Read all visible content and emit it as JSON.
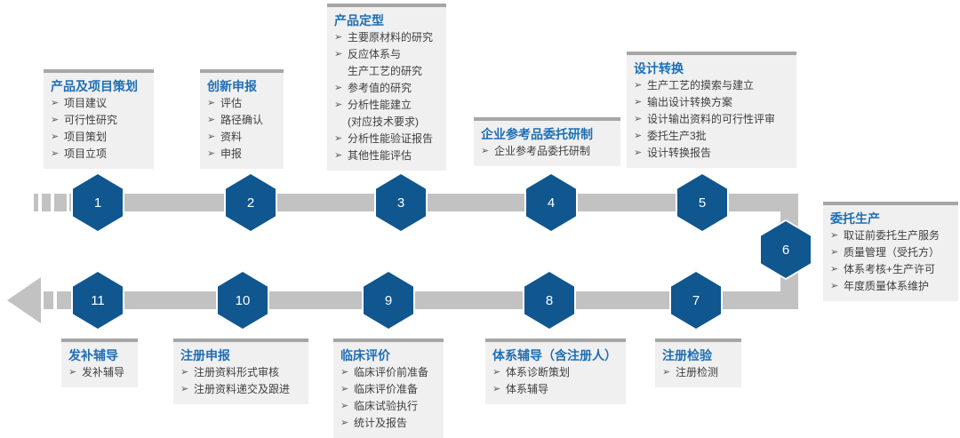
{
  "diagram": {
    "colors": {
      "hexagon_blue": "#10568F",
      "title_blue": "#1E6FB5",
      "bar_gray": "#C2C2C2",
      "box_topbar": "#A6A6A6",
      "box_bg": "#F0F0F0",
      "item_text": "#3F3F3F",
      "bullet_gray": "#5A5A5A"
    },
    "bullet_glyph": "➢",
    "stages": [
      {
        "number": "1",
        "title": "产品及项目策划",
        "items": [
          {
            "text": "项目建议",
            "bullet": true
          },
          {
            "text": "可行性研究",
            "bullet": true
          },
          {
            "text": "项目策划",
            "bullet": true
          },
          {
            "text": "项目立项",
            "bullet": true
          }
        ]
      },
      {
        "number": "2",
        "title": "创新申报",
        "items": [
          {
            "text": "评估",
            "bullet": true
          },
          {
            "text": "路径确认",
            "bullet": true
          },
          {
            "text": "资料",
            "bullet": true
          },
          {
            "text": "申报",
            "bullet": true
          }
        ]
      },
      {
        "number": "3",
        "title": "产品定型",
        "items": [
          {
            "text": "主要原材料的研究",
            "bullet": true
          },
          {
            "text": "反应体系与",
            "bullet": true
          },
          {
            "text": "生产工艺的研究",
            "bullet": false
          },
          {
            "text": "参考值的研究",
            "bullet": true
          },
          {
            "text": "分析性能建立",
            "bullet": true
          },
          {
            "text": "(对应技术要求)",
            "bullet": false
          },
          {
            "text": "分析性能验证报告",
            "bullet": true
          },
          {
            "text": "其他性能评估",
            "bullet": true
          }
        ]
      },
      {
        "number": "4",
        "title": "企业参考品委托研制",
        "items": [
          {
            "text": "企业参考品委托研制",
            "bullet": true
          }
        ]
      },
      {
        "number": "5",
        "title": "设计转换",
        "items": [
          {
            "text": "生产工艺的摸索与建立",
            "bullet": true
          },
          {
            "text": "输出设计转换方案",
            "bullet": true
          },
          {
            "text": "设计输出资料的可行性评审",
            "bullet": true
          },
          {
            "text": "委托生产3批",
            "bullet": true
          },
          {
            "text": "设计转换报告",
            "bullet": true
          }
        ]
      },
      {
        "number": "6",
        "title": "委托生产",
        "items": [
          {
            "text": "取证前委托生产服务",
            "bullet": true
          },
          {
            "text": "质量管理（受托方）",
            "bullet": true
          },
          {
            "text": "体系考核+生产许可",
            "bullet": true
          },
          {
            "text": "年度质量体系维护",
            "bullet": true
          }
        ]
      },
      {
        "number": "7",
        "title": "注册检验",
        "items": [
          {
            "text": "注册检测",
            "bullet": true
          }
        ]
      },
      {
        "number": "8",
        "title": "体系辅导（含注册人）",
        "items": [
          {
            "text": "体系诊断策划",
            "bullet": true
          },
          {
            "text": "体系辅导",
            "bullet": true
          }
        ]
      },
      {
        "number": "9",
        "title": "临床评价",
        "items": [
          {
            "text": "临床评价前准备",
            "bullet": true
          },
          {
            "text": "临床评价准备",
            "bullet": true
          },
          {
            "text": "临床试验执行",
            "bullet": true
          },
          {
            "text": "统计及报告",
            "bullet": true
          }
        ]
      },
      {
        "number": "10",
        "title": "注册申报",
        "items": [
          {
            "text": "注册资料形式审核",
            "bullet": true
          },
          {
            "text": "注册资料递交及跟进",
            "bullet": true
          }
        ]
      },
      {
        "number": "11",
        "title": "发补辅导",
        "items": [
          {
            "text": "发补辅导",
            "bullet": true
          }
        ]
      }
    ]
  }
}
